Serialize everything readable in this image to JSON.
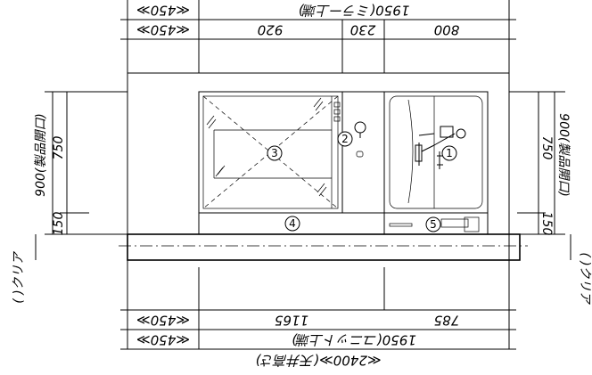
{
  "top_dims": {
    "row1": {
      "left": "≪450≫",
      "main": "1950(ミラー上端)"
    },
    "row2": {
      "left": "≪450≫",
      "seg_a": "920",
      "seg_b": "230",
      "seg_c": "800"
    }
  },
  "bottom_dims": {
    "row1": {
      "left": "≪450≫",
      "seg_a": "1165",
      "seg_b": "785"
    },
    "row2": {
      "left": "≪450≫",
      "main": "1950(ユニット上端)"
    },
    "row3": {
      "main": "≪2400≫(天井高さ)"
    }
  },
  "left_side": {
    "opening": "900(製品開口)",
    "upper": "750",
    "lower": "150",
    "clear": "( )クリア"
  },
  "right_side": {
    "opening": "900(製品開口)",
    "upper": "750",
    "lower": "150",
    "clear": "( )クリア"
  },
  "callouts": [
    "1",
    "2",
    "3",
    "4",
    "5"
  ]
}
